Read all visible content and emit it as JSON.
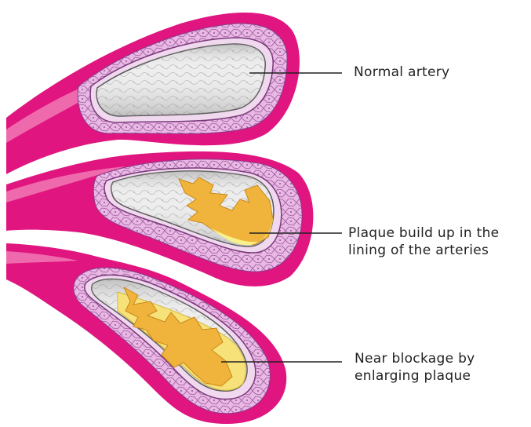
{
  "labels": {
    "normal": {
      "line1": "Normal artery"
    },
    "plaque": {
      "line1": "Plaque build up in the",
      "line2": "lining of the arteries"
    },
    "blockage": {
      "line1": "Near blockage by",
      "line2": "enlarging plaque"
    }
  },
  "colors": {
    "artery_wall_outer": "#e0157f",
    "artery_wall_highlight": "#f27fb8",
    "tissue_layer": "#e9b8e4",
    "tissue_cell_lines": "#9a5a9a",
    "lumen": "#ececec",
    "lumen_cells": "#b8b8b8",
    "plaque": "#f0b43c",
    "plaque_inner": "#f7e27a",
    "plaque_edge": "#f8f08a",
    "leader_line": "#222222"
  }
}
